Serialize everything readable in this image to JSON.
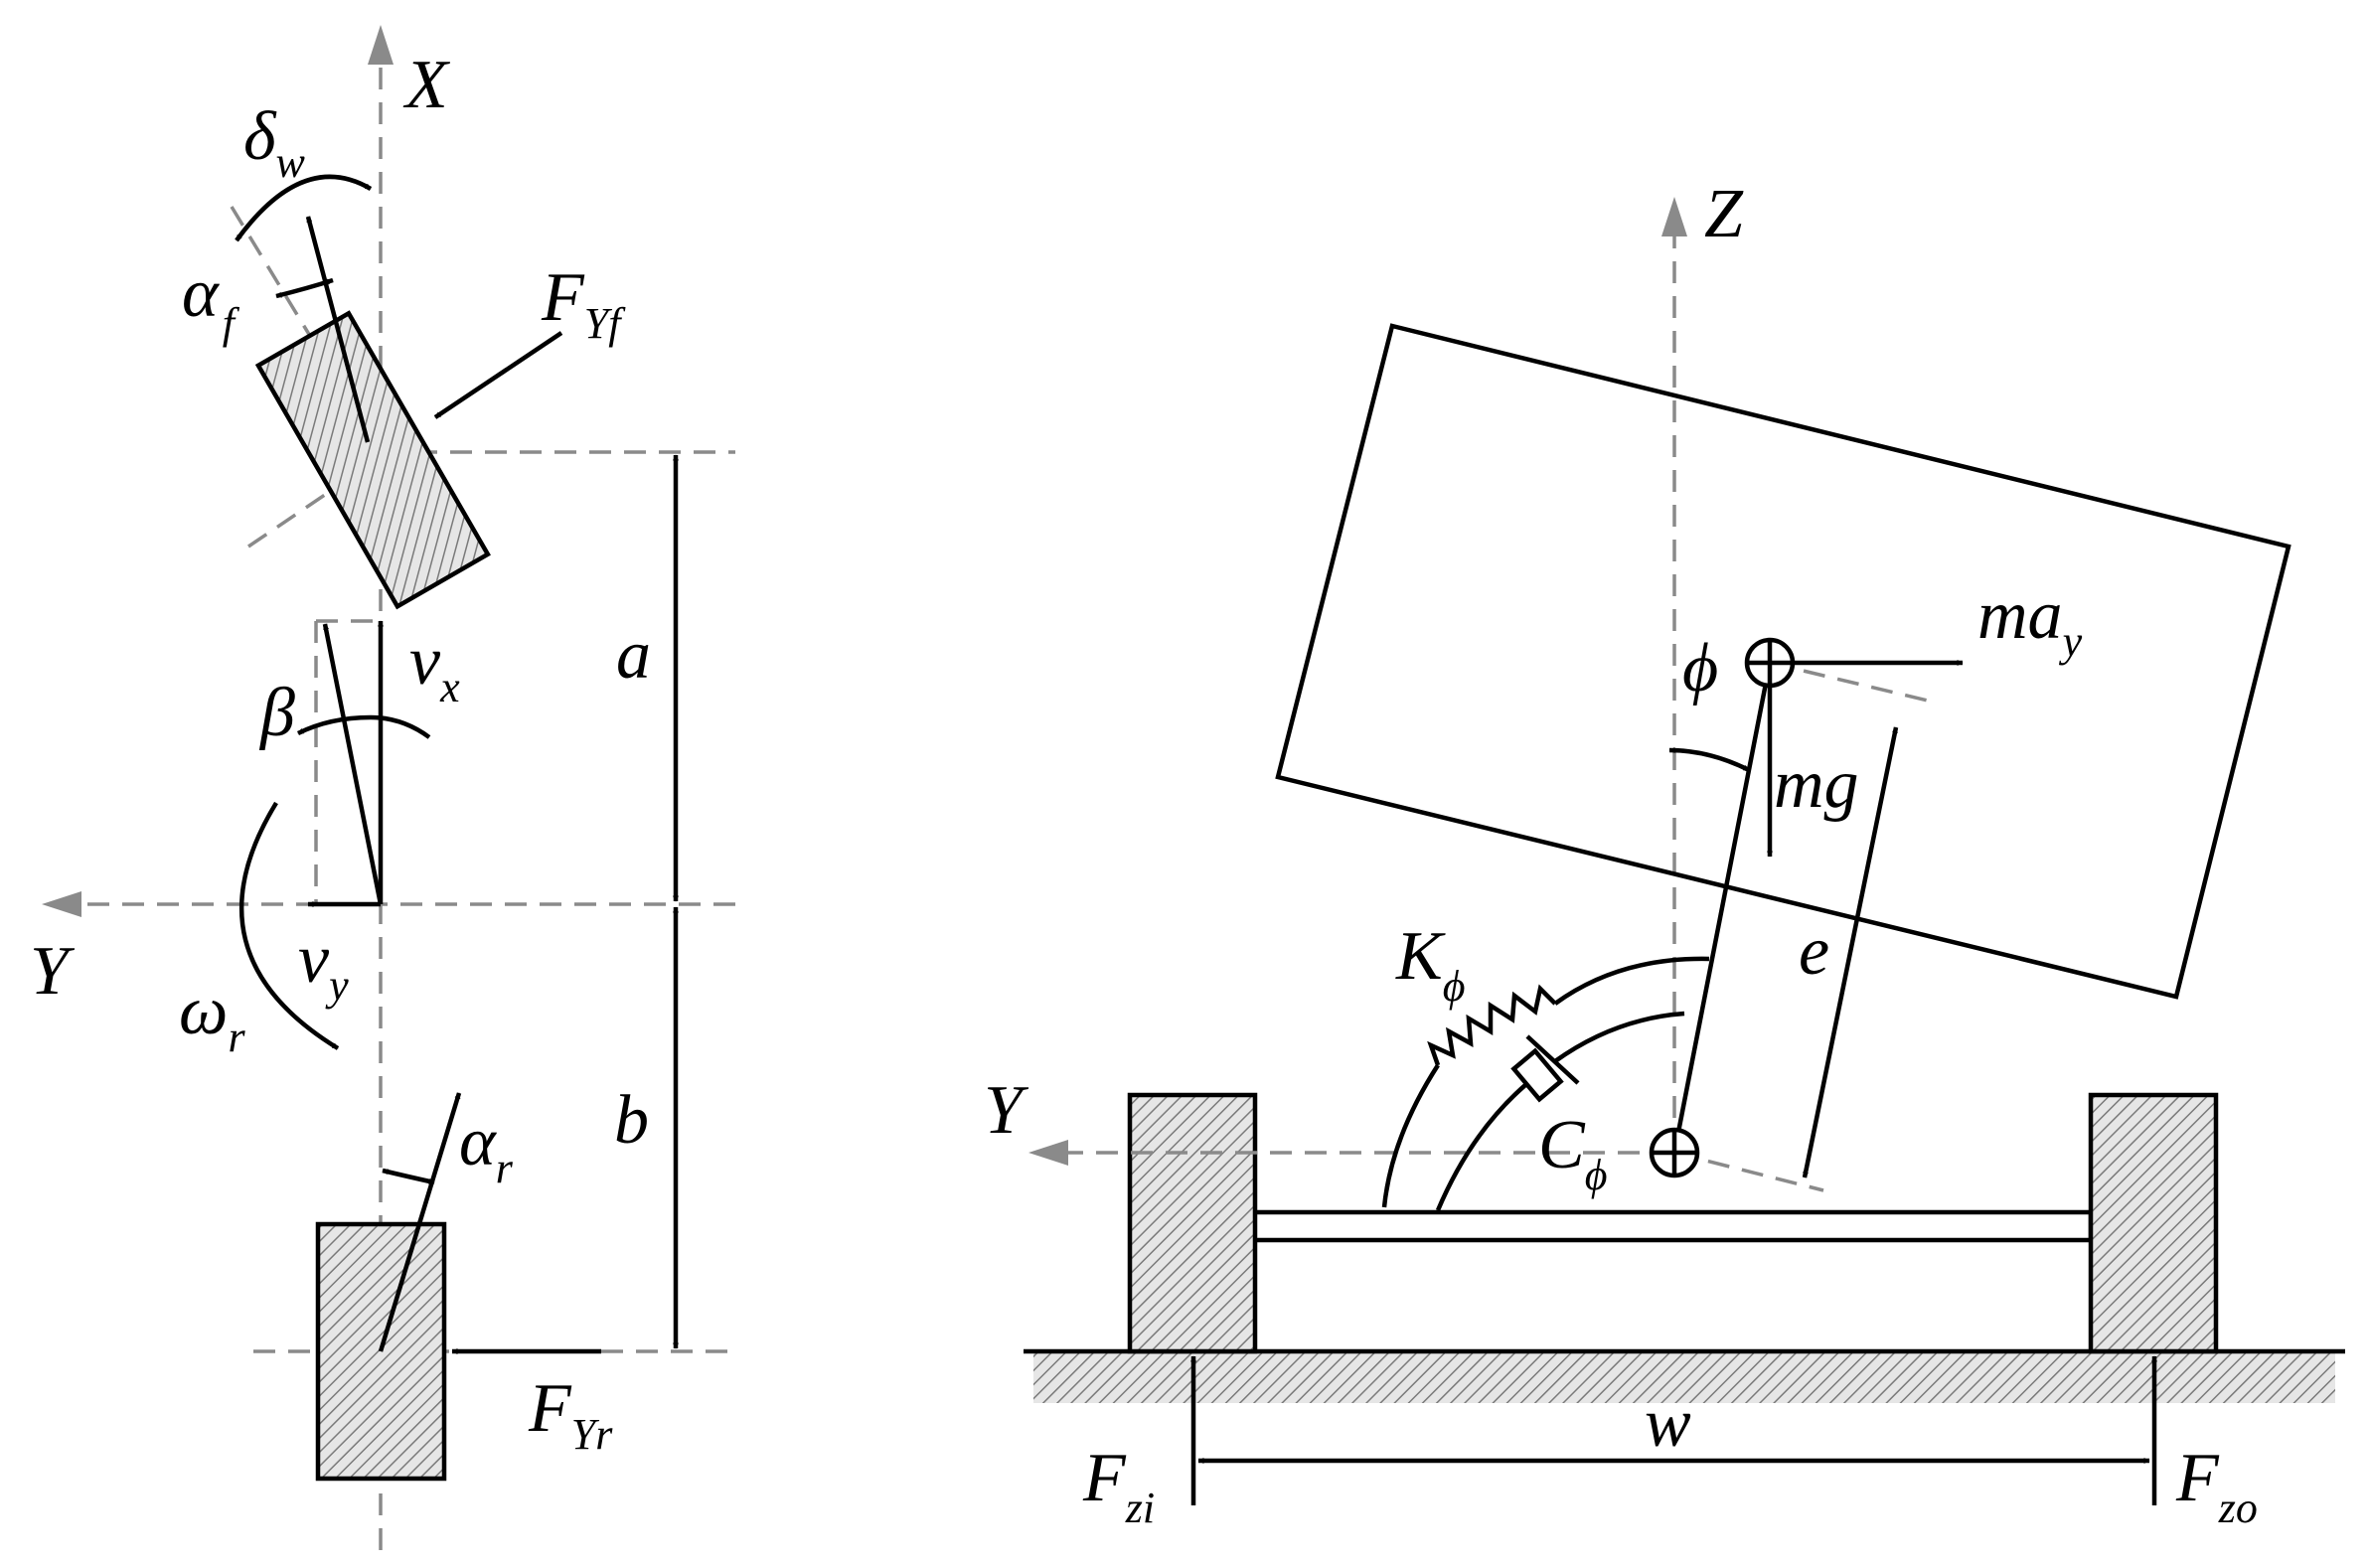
{
  "bicycle_model": {
    "axis_x": "X",
    "axis_y": "Y",
    "delta_w": {
      "main": "δ",
      "sub": "w"
    },
    "alpha_f": {
      "main": "α",
      "sub": "f"
    },
    "alpha_r": {
      "main": "α",
      "sub": "r"
    },
    "f_yf": {
      "main": "F",
      "sub": "Yf"
    },
    "f_yr": {
      "main": "F",
      "sub": "Yr"
    },
    "v_x": {
      "main": "v",
      "sub": "x"
    },
    "v_y": {
      "main": "v",
      "sub": "y"
    },
    "beta": "β",
    "omega_r": {
      "main": "ω",
      "sub": "r"
    },
    "dim_a": "a",
    "dim_b": "b"
  },
  "roll_model": {
    "axis_z": "Z",
    "axis_y": "Y",
    "phi": "ϕ",
    "ma_y": {
      "main": "ma",
      "sub": "y"
    },
    "mg": "mg",
    "e": "e",
    "k_phi": {
      "main": "K",
      "sub": "ϕ"
    },
    "c_phi": {
      "main": "C",
      "sub": "ϕ"
    },
    "w": "w",
    "f_zi": {
      "main": "F",
      "sub": "zi"
    },
    "f_zo": {
      "main": "F",
      "sub": "zo"
    }
  }
}
